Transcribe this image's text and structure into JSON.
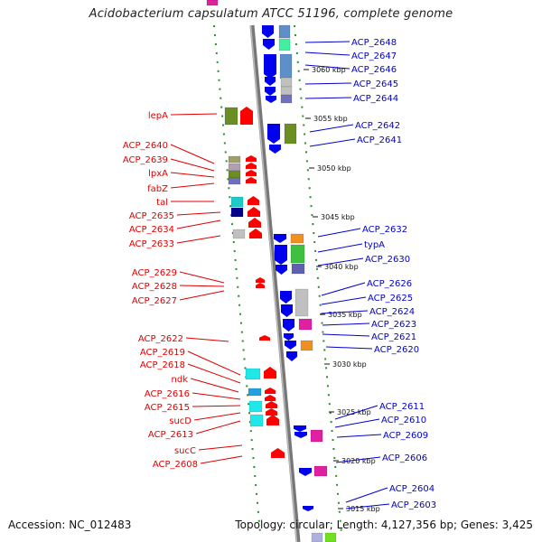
{
  "title": "Acidobacterium capsulatum ATCC 51196, complete genome",
  "footer": {
    "accession": "Accession: NC_012483",
    "summary": "Topology: circular; Length: 4,127,356 bp; Genes: 3,425"
  },
  "colors": {
    "left_labels": "#e00000",
    "right_labels": "#0000cc",
    "backbone": "#8a8a8a",
    "dotted_track": "#2e8b2e",
    "forward_arrow": "#ff0000",
    "reverse_arrow": "#0000ee"
  },
  "kbp_ticks": [
    {
      "label": "3060 kbp"
    },
    {
      "label": "3055 kbp"
    },
    {
      "label": "3050 kbp"
    },
    {
      "label": "3045 kbp"
    },
    {
      "label": "3040 kbp"
    },
    {
      "label": "3035 kbp"
    },
    {
      "label": "3030 kbp"
    },
    {
      "label": "3025 kbp"
    },
    {
      "label": "3020 kbp"
    },
    {
      "label": "3015 kbp"
    }
  ],
  "left_genes": [
    {
      "label": "lepA"
    },
    {
      "label": "ACP_2640"
    },
    {
      "label": "ACP_2639"
    },
    {
      "label": "lpxA"
    },
    {
      "label": "fabZ"
    },
    {
      "label": "tal"
    },
    {
      "label": "ACP_2635"
    },
    {
      "label": "ACP_2634"
    },
    {
      "label": "ACP_2633"
    },
    {
      "label": "ACP_2629"
    },
    {
      "label": "ACP_2628"
    },
    {
      "label": "ACP_2627"
    },
    {
      "label": "ACP_2622"
    },
    {
      "label": "ACP_2619"
    },
    {
      "label": "ACP_2618"
    },
    {
      "label": "ndk"
    },
    {
      "label": "ACP_2616"
    },
    {
      "label": "ACP_2615"
    },
    {
      "label": "sucD"
    },
    {
      "label": "ACP_2613"
    },
    {
      "label": "sucC"
    },
    {
      "label": "ACP_2608"
    }
  ],
  "right_genes": [
    {
      "label": "ACP_2648"
    },
    {
      "label": "ACP_2647"
    },
    {
      "label": "ACP_2646"
    },
    {
      "label": "ACP_2645"
    },
    {
      "label": "ACP_2644"
    },
    {
      "label": "ACP_2642"
    },
    {
      "label": "ACP_2641"
    },
    {
      "label": "ACP_2632"
    },
    {
      "label": "typA"
    },
    {
      "label": "ACP_2630"
    },
    {
      "label": "ACP_2626"
    },
    {
      "label": "ACP_2625"
    },
    {
      "label": "ACP_2624"
    },
    {
      "label": "ACP_2623"
    },
    {
      "label": "ACP_2621"
    },
    {
      "label": "ACP_2620"
    },
    {
      "label": "ACP_2611"
    },
    {
      "label": "ACP_2610"
    },
    {
      "label": "ACP_2609"
    },
    {
      "label": "ACP_2606"
    },
    {
      "label": "ACP_2604"
    },
    {
      "label": "ACP_2603"
    }
  ]
}
